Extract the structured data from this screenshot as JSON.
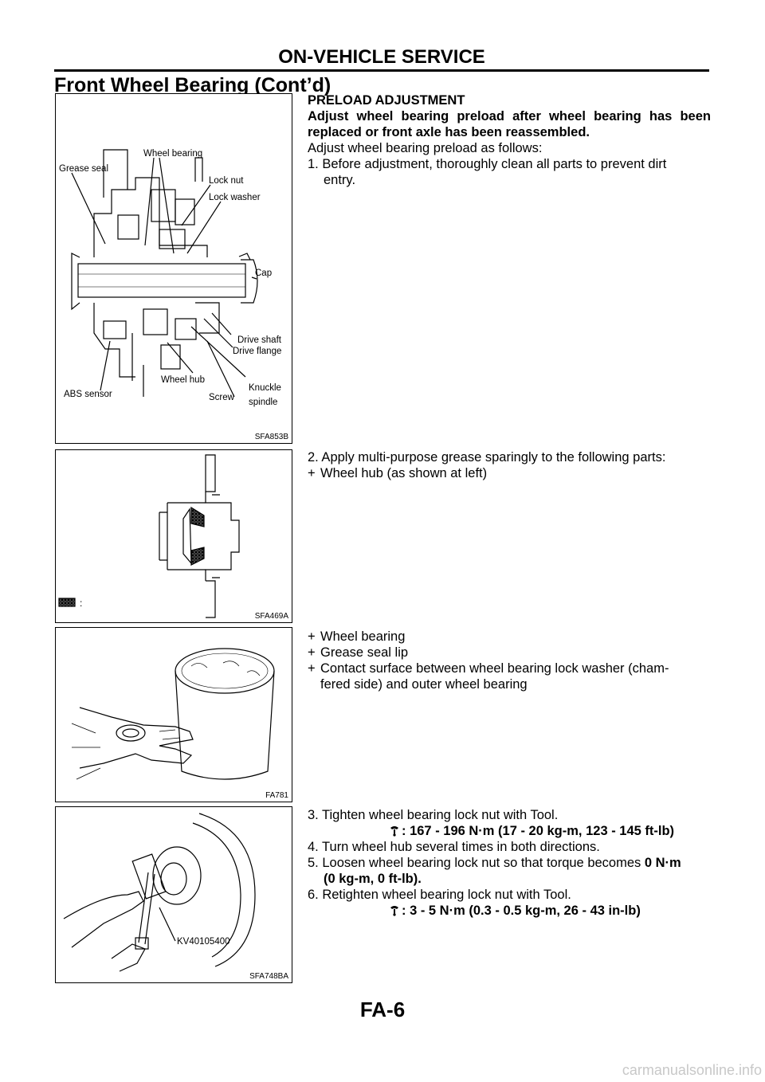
{
  "header": {
    "title": "ON-VEHICLE SERVICE",
    "subtitle": "Front Wheel Bearing (Cont’d)"
  },
  "figures": {
    "fig1": {
      "id": "SFA853B",
      "labels": {
        "grease_seal": "Grease seal",
        "wheel_bearing": "Wheel bearing",
        "lock_nut": "Lock nut",
        "lock_washer": "Lock washer",
        "cap": "Cap",
        "drive_shaft": "Drive shaft",
        "drive_flange": "Drive flange",
        "knuckle": "Knuckle",
        "spindle": "spindle",
        "abs_sensor": "ABS sensor",
        "wheel_hub": "Wheel hub",
        "screw": "Screw"
      }
    },
    "fig2": {
      "id": "SFA469A",
      "legend_colon": ":"
    },
    "fig3": {
      "id": "FA781"
    },
    "fig4": {
      "id": "SFA748BA",
      "tool_label": "KV40105400"
    }
  },
  "section1": {
    "heading": "PRELOAD ADJUSTMENT",
    "note": "Adjust wheel bearing preload after wheel bearing has been replaced or front axle has been reassembled.",
    "intro": "Adjust wheel bearing preload as follows:",
    "step1": "1. Before adjustment, thoroughly clean all parts to prevent dirt",
    "step1_cont": "entry."
  },
  "section2": {
    "step2": "2. Apply multi-purpose grease sparingly to the following parts:",
    "bullet1": "Wheel hub (as shown at left)"
  },
  "section3": {
    "bullet2": "Wheel bearing",
    "bullet3": "Grease seal lip",
    "bullet4": "Contact surface between wheel bearing lock washer (cham-",
    "bullet4_cont": "fered side) and outer wheel bearing"
  },
  "section4": {
    "step3": "3. Tighten wheel bearing lock nut with Tool.",
    "spec1": ": 167 - 196 N·m (17 - 20 kg-m, 123 - 145 ft-lb)",
    "step4": "4. Turn wheel hub several times in both directions.",
    "step5": "5. Loosen wheel bearing lock nut so that torque becomes ",
    "step5_bold": "0 N·m",
    "step5_cont": "(0 kg-m, 0 ft-lb).",
    "step6": "6. Retighten wheel bearing lock nut with Tool.",
    "spec2": ": 3 - 5 N·m (0.3 - 0.5 kg-m, 26 - 43 in-lb)"
  },
  "bullet_mark": "+",
  "footer": {
    "page": "FA-6"
  },
  "watermark": "carmanualsonline.info",
  "icons": {
    "torque": "torque-wrench-icon",
    "grease_legend": "hatched-legend-icon"
  }
}
